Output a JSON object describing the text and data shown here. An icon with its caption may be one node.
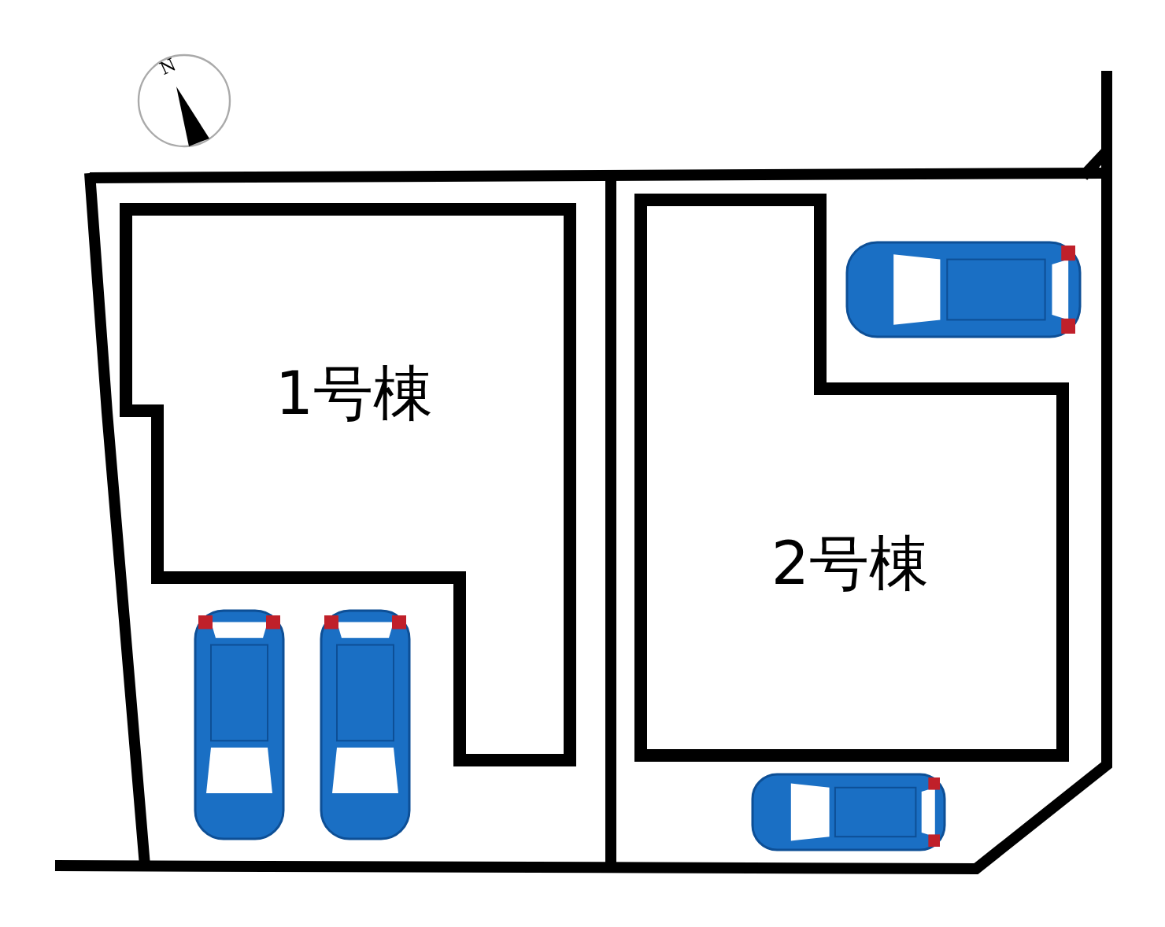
{
  "diagram": {
    "nodes": [
      {
        "text": [
          "1号棟"
        ]
      },
      {
        "text": [
          "2号棟"
        ]
      }
    ],
    "labels": [
      "N"
    ]
  }
}
